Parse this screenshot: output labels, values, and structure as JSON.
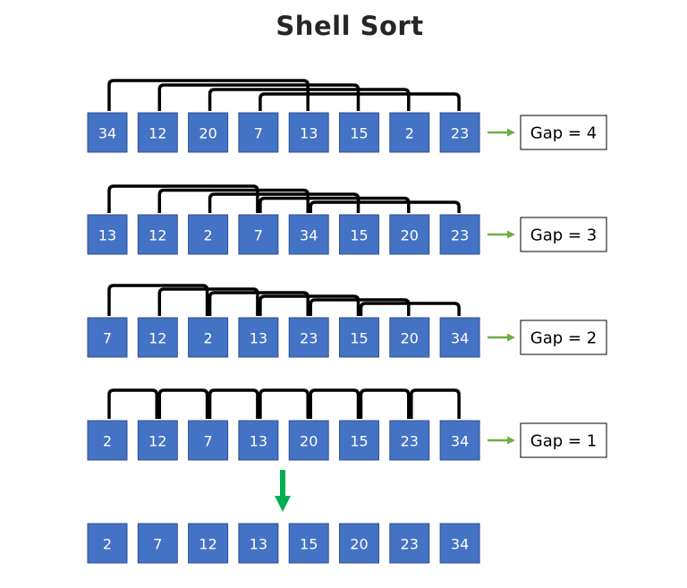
{
  "title": "Shell Sort",
  "colors": {
    "box_fill": "#4472C4",
    "box_text": "#ffffff",
    "gap_arrow": "#70AD47",
    "final_arrow": "#00B050",
    "bracket": "#000000"
  },
  "rows": [
    {
      "values": [
        34,
        12,
        20,
        7,
        13,
        15,
        2,
        23
      ],
      "gap": 4,
      "gap_label": "Gap = 4"
    },
    {
      "values": [
        13,
        12,
        2,
        7,
        34,
        15,
        20,
        23
      ],
      "gap": 3,
      "gap_label": "Gap = 3"
    },
    {
      "values": [
        7,
        12,
        2,
        13,
        23,
        15,
        20,
        34
      ],
      "gap": 2,
      "gap_label": "Gap = 2"
    },
    {
      "values": [
        2,
        12,
        7,
        13,
        20,
        15,
        23,
        34
      ],
      "gap": 1,
      "gap_label": "Gap = 1"
    }
  ],
  "result": {
    "values": [
      2,
      7,
      12,
      13,
      15,
      20,
      23,
      34
    ]
  },
  "icons": {
    "gap_arrow": "arrow-right-icon",
    "result_arrow": "arrow-down-icon"
  }
}
